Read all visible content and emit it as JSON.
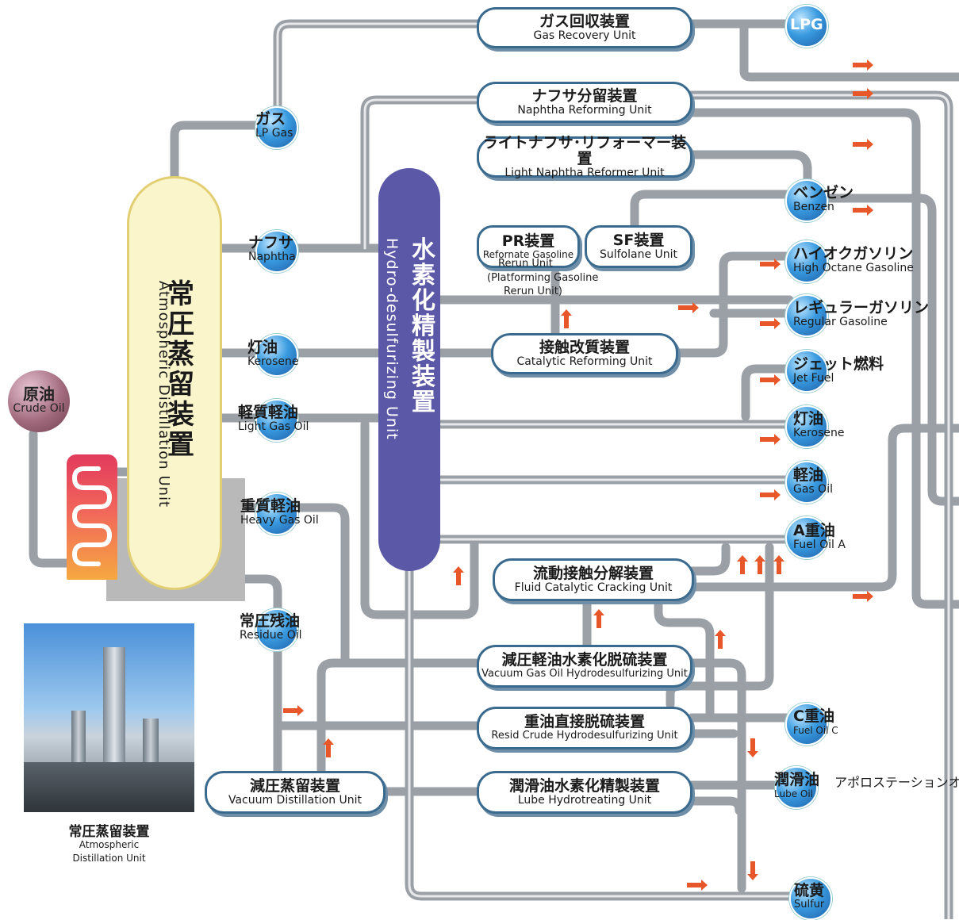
{
  "units": {
    "gas_recovery": {
      "ja": "ガス回収装置",
      "en": "Gas Recovery Unit"
    },
    "naphtha_reforming": {
      "ja": "ナフサ分留装置",
      "en": "Naphtha Reforming Unit"
    },
    "light_naphtha": {
      "ja": "ライトナフサ･リフォーマー装置",
      "en": "Light Naphtha Reformer Unit"
    },
    "pr": {
      "ja": "PR装置",
      "en1": "Refornate Gasoline",
      "en2": "Rerun Unit",
      "en3": "(Platforming Gasoline",
      "en4": "Rerun Unit)"
    },
    "sf": {
      "ja": "SF装置",
      "en": "Sulfolane Unit"
    },
    "catalytic_reforming": {
      "ja": "接触改質装置",
      "en": "Catalytic Reforming Unit"
    },
    "fluid_catalytic": {
      "ja": "流動接触分解装置",
      "en": "Fluid Catalytic Cracking Unit"
    },
    "vacuum_gas_oil": {
      "ja": "減圧軽油水素化脱硫装置",
      "en": "Vacuum Gas Oil Hydrodesulfurizing Unit"
    },
    "resid": {
      "ja": "重油直接脱硫装置",
      "en": "Resid Crude Hydrodesulfurizing Unit"
    },
    "lube_hydrotreating": {
      "ja": "潤滑油水素化精製装置",
      "en": "Lube Hydrotreating Unit"
    },
    "vacuum_distillation": {
      "ja": "減圧蒸留装置",
      "en": "Vacuum Distillation Unit"
    }
  },
  "atmospheric": {
    "ja": "常圧蒸留装置",
    "en": "Atmospheric Distillation Unit"
  },
  "hydro": {
    "ja": "水素化精製装置",
    "en": "Hydro-desulfurizing Unit"
  },
  "crude": {
    "ja": "原油",
    "en": "Crude Oil"
  },
  "left_nodes": {
    "gas": {
      "ja": "ガス",
      "en": "LP Gas"
    },
    "naphtha": {
      "ja": "ナフサ",
      "en": "Naphtha"
    },
    "kerosene": {
      "ja": "灯油",
      "en": "Kerosene"
    },
    "light_gas_oil": {
      "ja": "軽質軽油",
      "en": "Light Gas Oil"
    },
    "heavy_gas_oil": {
      "ja": "重質軽油",
      "en": "Heavy Gas Oil"
    },
    "residue": {
      "ja": "常圧残油",
      "en": "Residue Oil"
    }
  },
  "products": {
    "lpg": {
      "ja": "LPG"
    },
    "benzen": {
      "ja": "ベンゼン",
      "en": "Benzen"
    },
    "high_octane": {
      "ja": "ハイオクガソリン",
      "en": "High Octane Gasoline"
    },
    "regular": {
      "ja": "レギュラーガソリン",
      "en": "Regular Gasoline"
    },
    "jet": {
      "ja": "ジェット燃料",
      "en": "Jet Fuel"
    },
    "kerosene": {
      "ja": "灯油",
      "en": "Kerosene"
    },
    "gas_oil": {
      "ja": "軽油",
      "en": "Gas Oil"
    },
    "fuel_a": {
      "ja": "A重油",
      "en": "Fuel Oil A"
    },
    "fuel_c": {
      "ja": "C重油",
      "en": "Fuel Oil C"
    },
    "lube": {
      "ja": "潤滑油",
      "en": "Lube Oil"
    },
    "sulfur": {
      "ja": "硫黄",
      "en": "Sulfur"
    }
  },
  "apollo": "アポロステーションオイル",
  "photo_caption": {
    "ja": "常圧蒸留装置",
    "en1": "Atmospheric",
    "en2": "Distillation Unit"
  },
  "colors": {
    "pipe": "#9aa0a6",
    "arrow": "#e8572a",
    "hdu": "#5c58a8",
    "unit_border": "#3a6b8f",
    "node": "#3a9be0",
    "column": "#fbf5cc"
  }
}
